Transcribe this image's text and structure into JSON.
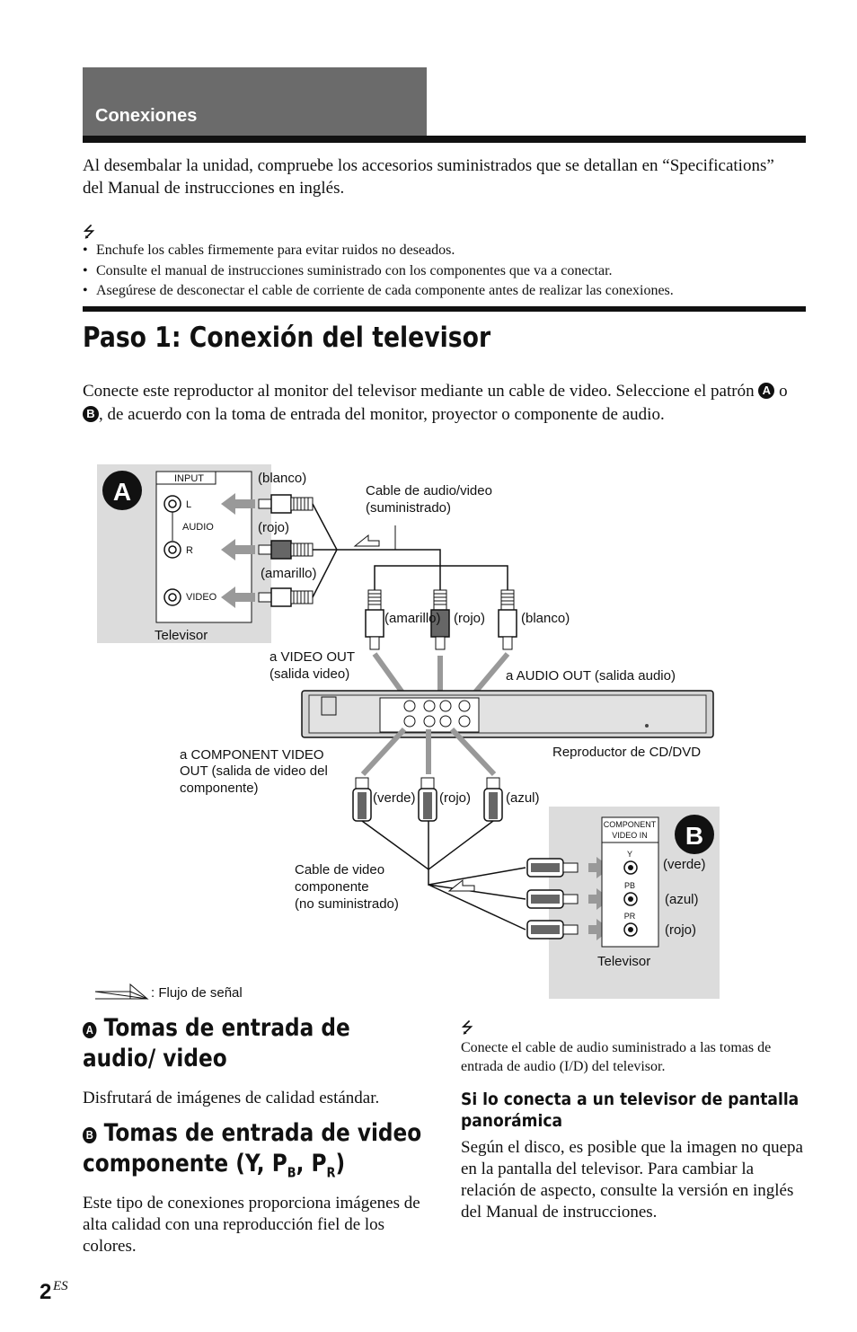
{
  "section": {
    "title": "Conexiones"
  },
  "intro": "Al desembalar la unidad, compruebe los accesorios suministrados que se detallan en “Specifications” del Manual de instrucciones en inglés.",
  "tips": {
    "icon": "tip-icon",
    "bullet": "•",
    "items": [
      "Enchufe los cables firmemente para evitar ruidos no deseados.",
      "Consulte el manual de instrucciones suministrado con los componentes que va a conectar.",
      "Asegúrese de desconectar el cable de corriente de cada componente antes de realizar las conexiones."
    ]
  },
  "heading": "Paso 1: Conexión del televisor",
  "step_intro": {
    "part1": "Conecte este reproductor al monitor del televisor mediante un cable de video. Seleccione el patrón ",
    "badge_a": "A",
    "part2": " o ",
    "badge_b": "B",
    "part3": ", de acuerdo con la toma de entrada del monitor, proyector o componente de audio."
  },
  "diagram": {
    "badge_a": "A",
    "badge_b": "B",
    "tv_a": {
      "input": "INPUT",
      "l": "L",
      "audio": "AUDIO",
      "r": "R",
      "video": "VIDEO",
      "label": "Televisor"
    },
    "tv_b": {
      "comp1": "COMPONENT",
      "comp2": "VIDEO IN",
      "y": "Y",
      "pb": "PB",
      "pr": "PR",
      "label": "Televisor"
    },
    "labels": {
      "blanco": "(blanco)",
      "rojo": "(rojo)",
      "amarillo": "(amarillo)",
      "cable_av1": "Cable de audio/video",
      "cable_av2": "(suministrado)",
      "plug_amarillo": "(amarillo)",
      "plug_rojo": "(rojo)",
      "plug_blanco": "(blanco)",
      "video_out1": "a VIDEO OUT",
      "video_out2": "(salida video)",
      "audio_out": "a AUDIO OUT (salida audio)",
      "player": "Reproductor de CD/DVD",
      "comp_out1": "a COMPONENT VIDEO",
      "comp_out2": "OUT (salida de video del",
      "comp_out3": "componente)",
      "verde": "(verde)",
      "rojo2": "(rojo)",
      "azul": "(azul)",
      "cable_comp1": "Cable de video",
      "cable_comp2": "componente",
      "cable_comp3": "(no suministrado)",
      "tv_verde": "(verde)",
      "tv_azul": "(azul)",
      "tv_rojo": "(rojo)",
      "flow": ": Flujo de señal"
    }
  },
  "section_a": {
    "badge": "A",
    "title": "Tomas de entrada de audio/ video",
    "text": "Disfrutará de imágenes de calidad estándar."
  },
  "section_b": {
    "badge": "B",
    "title_pre": "Tomas de entrada de video componente (Y, P",
    "sub1": "B",
    "mid": ", P",
    "sub2": "R",
    "post": ")",
    "text": "Este tipo de conexiones proporciona imágenes de alta calidad con una reproducción fiel de los colores."
  },
  "note": {
    "icon": "tip-icon",
    "text": "Conecte el cable de audio suministrado a las tomas de entrada de audio (I/D) del televisor."
  },
  "wide": {
    "title": "Si lo conecta a un televisor de pantalla panorámica",
    "text": "Según el disco, es posible que la imagen no quepa en la pantalla del televisor. Para cambiar la relación de aspecto, consulte la versión en inglés del Manual de instrucciones."
  },
  "page": {
    "number": "2",
    "suffix": "ES"
  }
}
